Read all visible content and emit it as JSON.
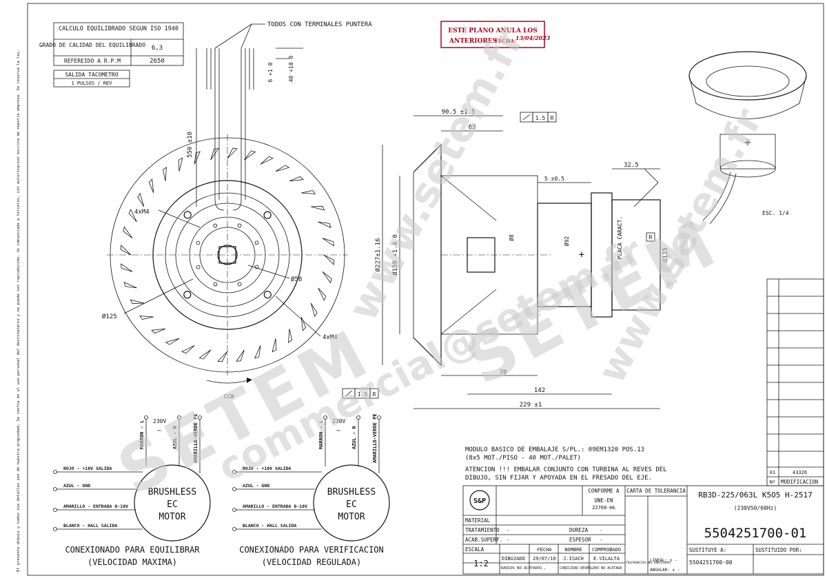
{
  "balance_table": {
    "header": "CALCULO EQUILIBRADO SEGUN ISO 1940",
    "rows": [
      {
        "label": "GRADO DE CALIDAD DEL EQUILIBRADO",
        "value": "6,3"
      },
      {
        "label": "REFEREIDO A R.P.M",
        "value": "2650"
      }
    ],
    "tacho_header": "SALIDA TACOMETRO",
    "tacho_value": "1 PULSOS / REV"
  },
  "terminal_note": "TODOS CON TERMINALES PUNTERA",
  "stamp": {
    "line1": "ESTE PLANO ANULA LOS",
    "line2": "ANTERIORES",
    "fecha_label": "FECHA:",
    "date": "13/04/2023"
  },
  "dims": {
    "cable_length": "550 ±10",
    "strip_a": "6 +1 0",
    "strip_b": "40 +10 0",
    "front_d125": "Ø125",
    "front_d58": "Ø58",
    "front_4xm4_top": "4xM4",
    "front_4xm4_bottom": "4xM4",
    "rotation": "CCW",
    "side_90": "90.5 ±1.5",
    "side_63": "63",
    "side_tol_top": "1.5",
    "side_tol_bottom": "1.5",
    "datum": "R",
    "side_32": "32.5",
    "side_5": "5 ±0.5",
    "side_d227": "Ø227±1.16",
    "side_d159": "Ø159 +1.4 0",
    "side_d8": "Ø8",
    "side_d92": "Ø92",
    "side_d115": "Ø115",
    "side_70": "70",
    "side_142": "142",
    "side_229": "229 ±1",
    "placa": "PLACA CARACT.",
    "scale_note": "ESC. 1/4"
  },
  "wiring": [
    {
      "motor": [
        "BRUSHLESS",
        "EC",
        "MOTOR"
      ],
      "top_labels": [
        "MARRON - L",
        "230V",
        "AZUL - N",
        "AMARILLO-VERDE PE"
      ],
      "left_labels": [
        "ROJO - +10V SALIDA",
        "AZUL - GND",
        "AMARILLO - ENTRADA 0-10V",
        "BLANCO - HALL SALIDA"
      ],
      "caption1": "CONEXIONADO PARA EQUILIBRAR",
      "caption2": "(VELOCIDAD MAXIMA)"
    },
    {
      "motor": [
        "BRUSHLESS",
        "EC",
        "MOTOR"
      ],
      "top_labels": [
        "MARRON - L",
        "230V",
        "AZUL - N",
        "AMARILLO-VERDE PE"
      ],
      "left_labels": [
        "ROJO - +10V SALIDA",
        "AZUL - GND",
        "AMARILLO - ENTRADA 0-10V",
        "BLANCO - HALL SALIDA"
      ],
      "caption1": "CONEXIONADO PARA VERIFICACION",
      "caption2": "(VELOCIDAD REGULADA)"
    }
  ],
  "notes": {
    "packing1": "MODULO BASICO DE EMBALAJE S/PL.: 09EM1320 POS.13",
    "packing2": "(8x5 MOT./PISO - 40 MOT./PALET)",
    "warning1": "ATENCION !!! EMBALAR CONJUNTO CON TURBINA AL REVES DEL",
    "warning2": "DIBUJO, SIN FIJAR Y APOYADA EN EL FRESADO DEL EJE."
  },
  "revision": {
    "index": "01",
    "number": "43326",
    "col_n": "Nº",
    "col_mod": "MODIFICACION"
  },
  "title_block": {
    "conforme_label": "CONFORME A",
    "conforme_value1": "UNE-EN",
    "conforme_value2": "22768-mk",
    "carta": "CARTA DE TOLERANCIA",
    "material": "MATERIAL",
    "tratamiento": "TRATAMIENTO",
    "tratamiento_val": "-",
    "dureza": "DUREZA",
    "dureza_val": "-",
    "acab": "ACAB.SUPERF.",
    "acab_val": "-",
    "espesor": "ESPESOR",
    "espesor_val": "-",
    "escala_label": "ESCALA",
    "escala_value": "1:2",
    "fecha_h": "FECHA",
    "nombre_h": "NOMBRE",
    "comprobado_h": "COMPROBADO",
    "dibujado": "DIBUJADO",
    "fecha": "29/07/16",
    "nombre": "J.ISACH",
    "comprobado": "E.VILALTA",
    "radios": "RADIOS NO ACOTADOS",
    "radios_val": "-",
    "conicidad": "CONICIDAD DESMOLDEO NO ACOTADA",
    "tolerancias": "TOLERANCIAS NO INDICADAS",
    "lineal": "LINEAL: ± -",
    "angular": "ANGULAR: ± -",
    "model": "RB3D-225/063L K5O5 H-2517",
    "model_sub": "(230V50/60Hz)",
    "part_number": "5504251700-01",
    "sustituye_label": "SUSTITUYE A:",
    "sustituye": "5504251700-00",
    "sustituido_label": "SUSTITUIDO POR:",
    "logo": "S&P"
  },
  "side_legal": "El presente dibujo y todos sus detalles son de nuestra propiedad. Se confia en el uso personal del destinatario y no puede ser reproducido, ni comunicado a terceros, sin autorizacion escrita de nuestra empresa. Se reserva la ley.",
  "watermarks": [
    "www.setem.fr",
    "SETEM",
    "commercial@setem.fr",
    "SETEM",
    "www.setem.fr"
  ]
}
